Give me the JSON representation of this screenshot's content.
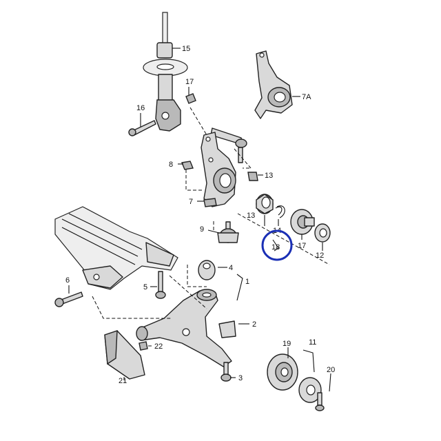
{
  "callouts": {
    "c15": "15",
    "c17a": "17",
    "c16": "16",
    "c7A": "7A",
    "c8": "8",
    "c13a": "13",
    "c7": "7",
    "c13b": "13",
    "c9": "9",
    "c14": "14",
    "c17b": "17",
    "c18": "18",
    "c12": "12",
    "c4": "4",
    "c1": "1",
    "c6": "6",
    "c5": "5",
    "c2": "2",
    "c22": "22",
    "c3": "3",
    "c21": "21",
    "c19": "19",
    "c11": "11",
    "c20": "20"
  },
  "highlight_color": "#1a2fb5",
  "highlighted_callout": "18"
}
